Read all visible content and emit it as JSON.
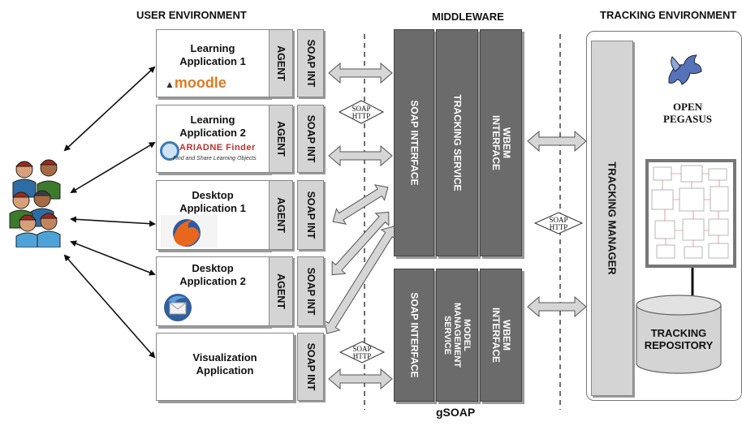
{
  "headers": {
    "user_env": "USER ENVIRONMENT",
    "middleware": "MIDDLEWARE",
    "tracking_env": "TRACKING ENVIRONMENT",
    "gsoap": "gSOAP"
  },
  "apps": [
    {
      "line1": "Learning",
      "line2": "Application 1",
      "logo": "moodle",
      "agent": "AGENT",
      "soap": "SOAP INT"
    },
    {
      "line1": "Learning",
      "line2": "Application 2",
      "logo": "ARIADNE Finder",
      "logo_sub": "Find and Share Learning Objects",
      "agent": "AGENT",
      "soap": "SOAP INT"
    },
    {
      "line1": "Desktop",
      "line2": "Application 1",
      "logo": "firefox-logo",
      "agent": "AGENT",
      "soap": "SOAP INT"
    },
    {
      "line1": "Desktop",
      "line2": "Application 2",
      "logo": "thunderbird-logo",
      "agent": "AGENT",
      "soap": "SOAP INT"
    },
    {
      "line1": "Visualization",
      "line2": "Application",
      "soap": "SOAP INT"
    }
  ],
  "soap_http": {
    "line1": "SOAP",
    "line2": "HTTP"
  },
  "middleware_top": {
    "soap_interface": "SOAP INTERFACE",
    "tracking_service": "TRACKING SERVICE",
    "wbem_line1": "WBEM",
    "wbem_line2": "INTERFACE"
  },
  "middleware_bottom": {
    "soap_interface": "SOAP INTERFACE",
    "mms_line1": "MODEL",
    "mms_line2": "MANAGEMENT",
    "mms_line3": "SERVICE",
    "wbem_line1": "WBEM",
    "wbem_line2": "INTERFACE"
  },
  "tracking": {
    "manager": "TRACKING MANAGER",
    "pegasus_line1": "OPEN",
    "pegasus_line2": "PEGASUS",
    "repo_line1": "TRACKING",
    "repo_line2": "REPOSITORY"
  },
  "colors": {
    "dark_block": "#6b6b6b",
    "strip": "#d4d4d4",
    "arrow": "#d0d0d0"
  }
}
